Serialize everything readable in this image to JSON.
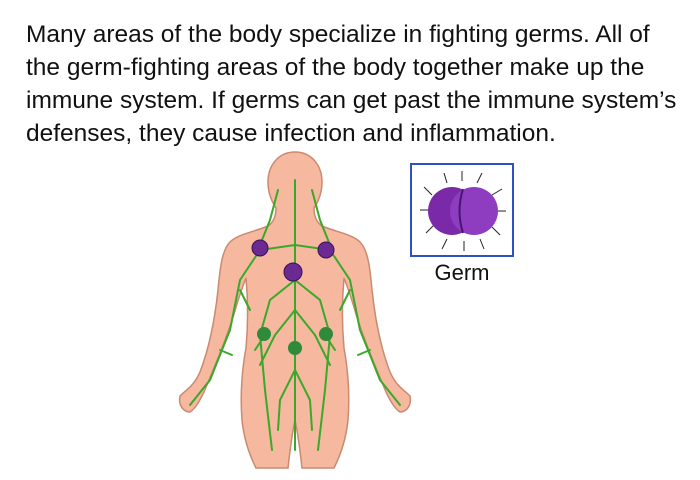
{
  "intro": {
    "text": "Many areas of the body specialize in fighting germs. All of the germ-fighting areas of the body together make up the immune system. If germs can get past the immune system’s defenses, they cause infection and inflammation."
  },
  "illustrations": {
    "body": "human-body-lymphatic-system",
    "germ": "germ-cell"
  },
  "germ_caption": "Germ",
  "colors": {
    "skin": "#f6b9a0",
    "skin_outline": "#c98a70",
    "lymph": "#3aa82a",
    "node": "#2f8a3a",
    "germ": "#7a2aa8",
    "frame": "#2f4fc4"
  }
}
